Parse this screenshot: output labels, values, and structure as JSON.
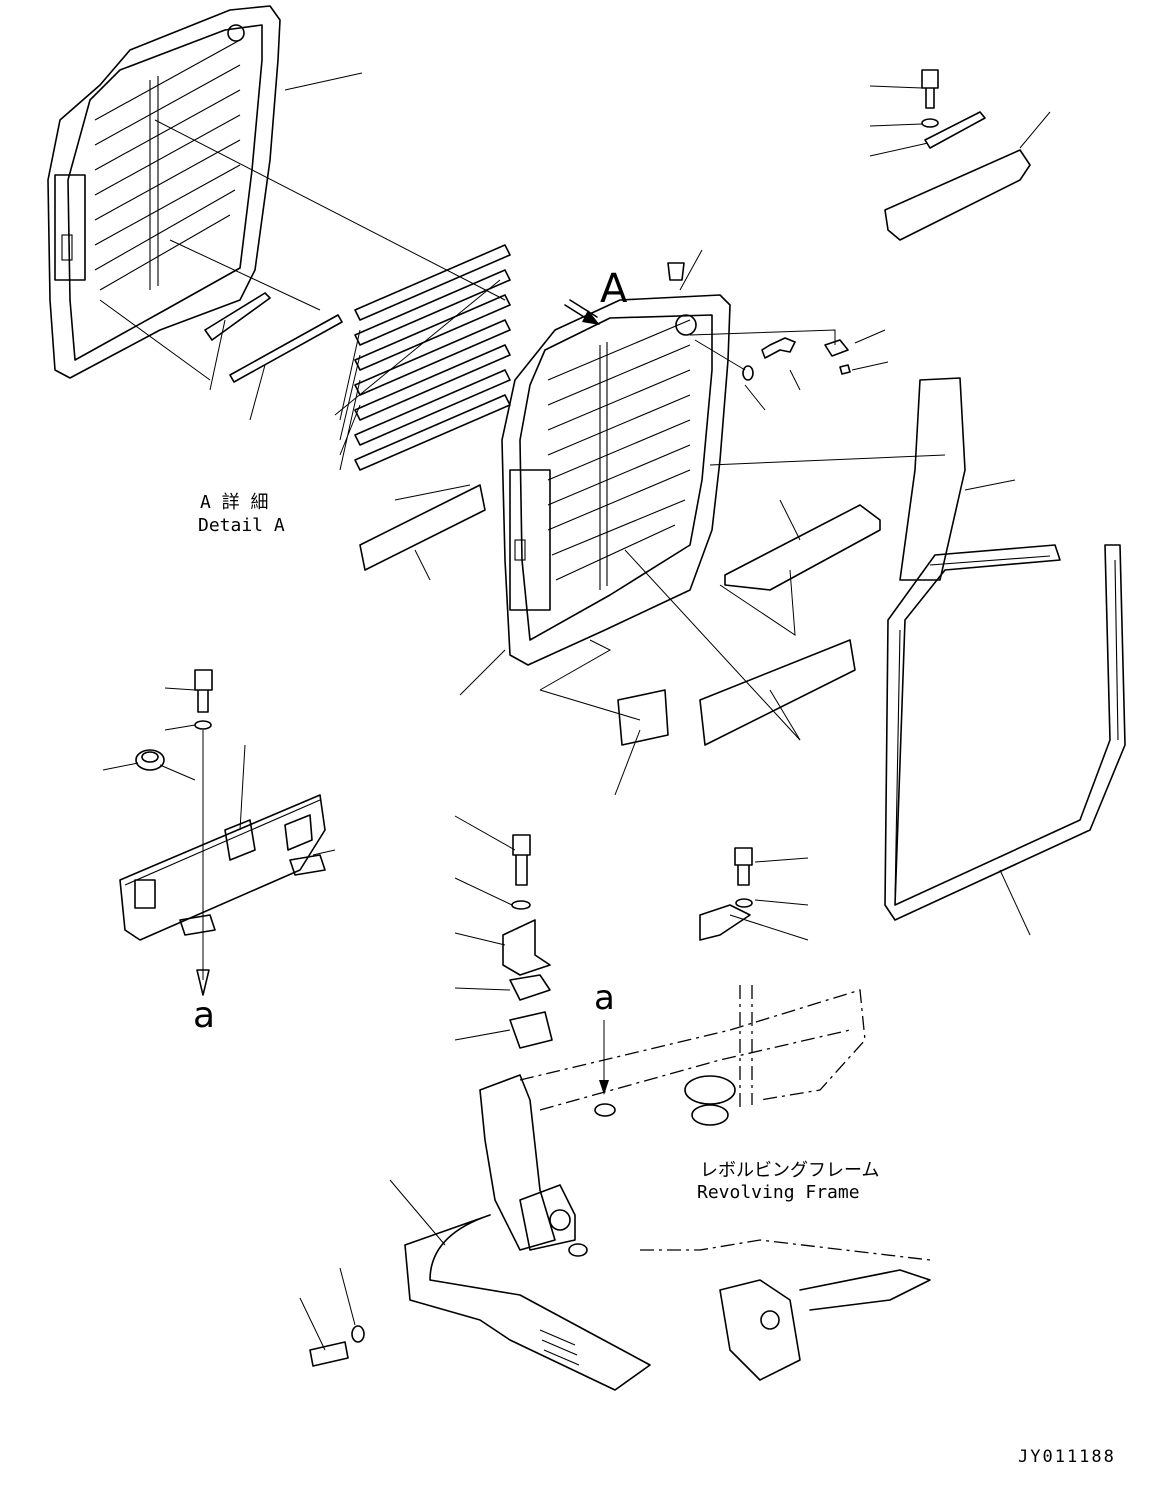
{
  "labels": {
    "view_arrow": "A",
    "detail_jp": "A 詳 細",
    "detail_en": "Detail A",
    "ref_a_left": "a",
    "ref_a_center": "a",
    "frame_jp": "レボルビングフレーム",
    "frame_en": "Revolving Frame",
    "drawing_id": "JY011188"
  }
}
